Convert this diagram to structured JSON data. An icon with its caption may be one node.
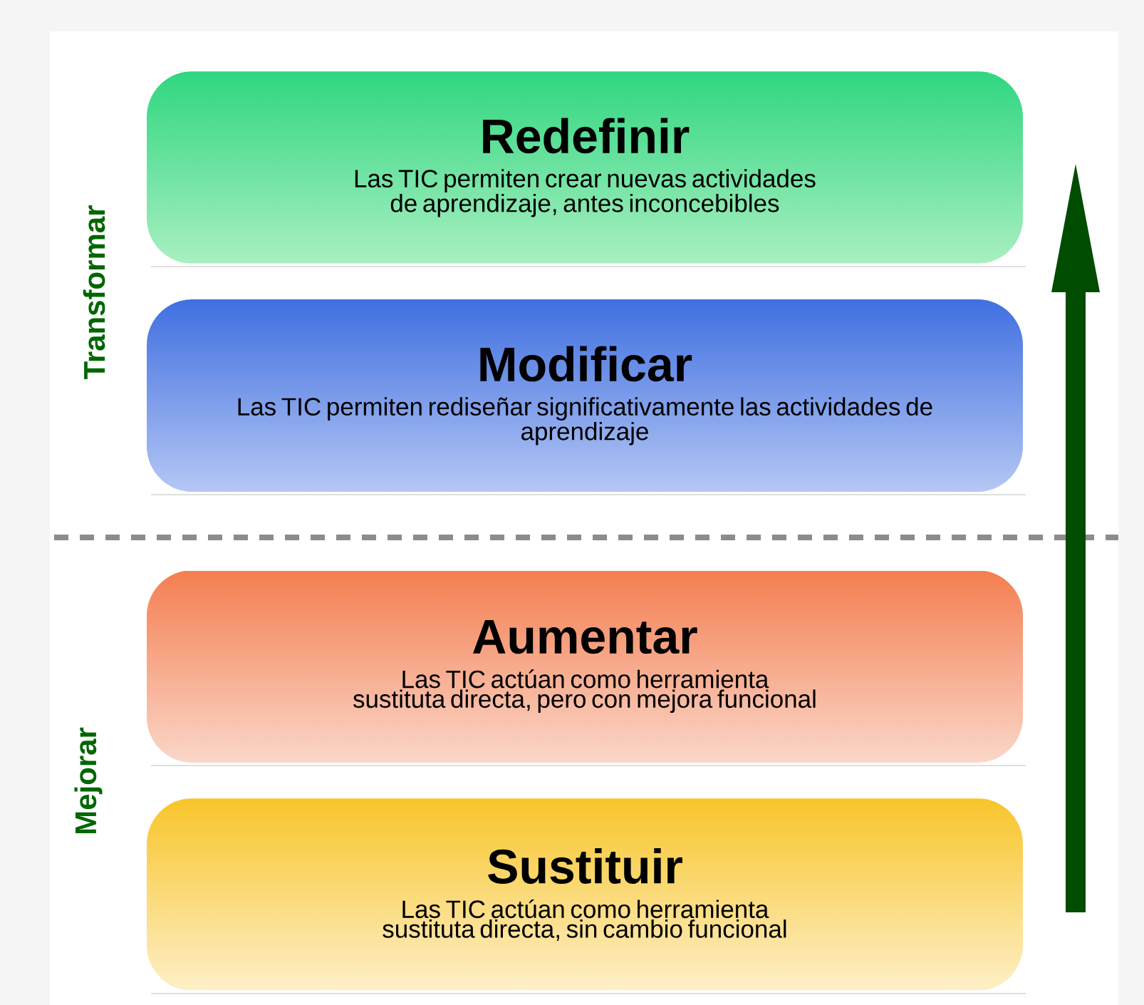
{
  "diagram": {
    "nodes": [
      {
        "text": [
          "Redefinir",
          "Las TIC permiten crear nuevas actividades de aprendizaje, antes inconcebibles"
        ]
      },
      {
        "text": [
          "Modificar",
          "Las TIC permiten rediseñar significativamente las actividades de aprendizaje"
        ]
      },
      {
        "text": [
          "Aumentar",
          "Las TIC actúan como herramienta sustituta directa, pero con mejora funcional"
        ]
      },
      {
        "text": [
          "Sustituir",
          "Las TIC actúan como herramienta sustituta directa, sin cambio funcional"
        ]
      }
    ],
    "labels": [
      "Transformar",
      "Mejorar"
    ]
  }
}
